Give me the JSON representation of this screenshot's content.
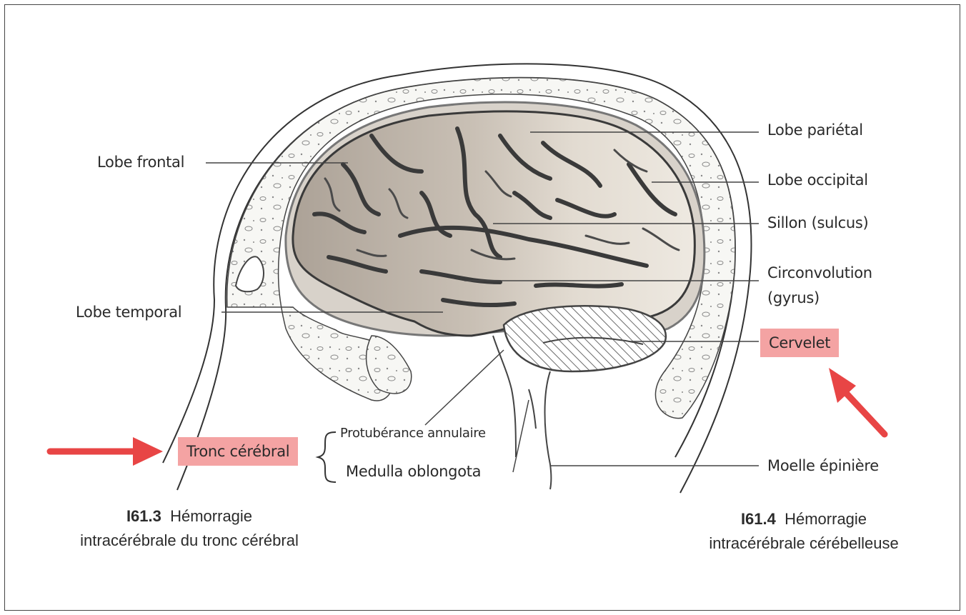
{
  "labels": {
    "lobe_frontal": "Lobe frontal",
    "lobe_temporal": "Lobe temporal",
    "lobe_parietal": "Lobe pariétal",
    "lobe_occipital": "Lobe occipital",
    "sillon": "Sillon (sulcus)",
    "circonvolution_line1": "Circonvolution",
    "circonvolution_line2": "(gyrus)",
    "cervelet": "Cervelet",
    "tronc_cerebral": "Tronc cérébral",
    "protuberance": "Protubérance annulaire",
    "medulla": "Medulla oblongota",
    "moelle": "Moelle épinière"
  },
  "codes": {
    "left": {
      "code": "I61.3",
      "text_line1": "Hémorragie",
      "text_line2": "intracérébrale du tronc cérébral"
    },
    "right": {
      "code": "I61.4",
      "text_line1": "Hémorragie",
      "text_line2": "intracérébrale cérébelleuse"
    }
  },
  "colors": {
    "highlight": "#f4a3a3",
    "arrow": "#e84545",
    "brain_front": "#b3aaa0",
    "brain_back": "#ebe5dc",
    "sulcus": "#3a3a3a"
  },
  "icons": [
    "red-arrow-icon"
  ]
}
